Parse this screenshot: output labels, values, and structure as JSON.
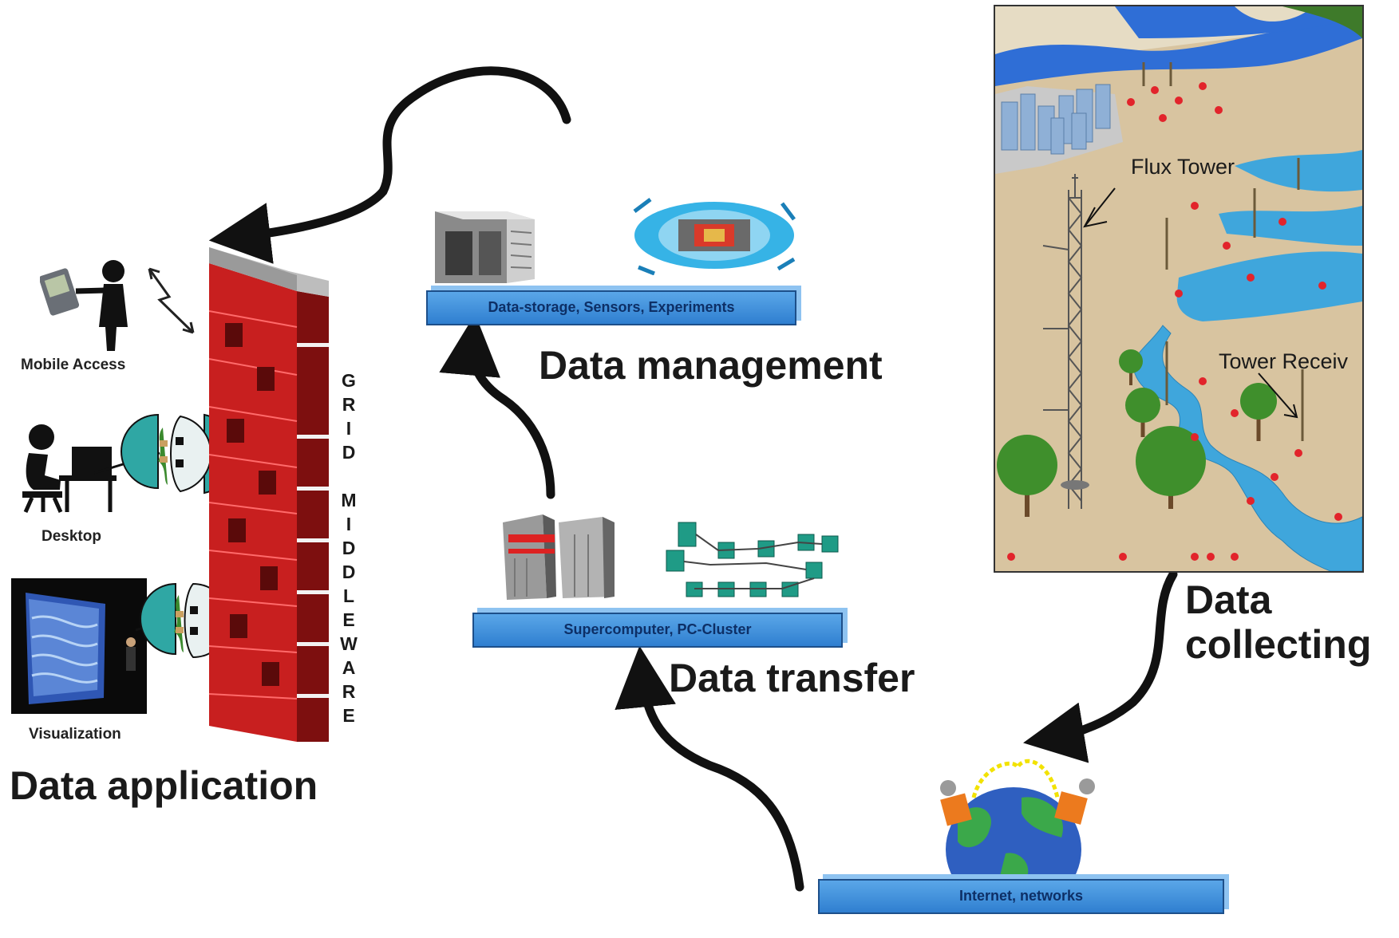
{
  "stages": {
    "application": "Data application",
    "management": "Data management",
    "transfer": "Data transfer",
    "collecting_line1": "Data",
    "collecting_line2": "collecting"
  },
  "application_panel": {
    "mobile_label": "Mobile Access",
    "desktop_label": "Desktop",
    "visualization_label": "Visualization",
    "wall_text_1": "GRID",
    "wall_text_2": "MIDDLEWARE"
  },
  "platforms": {
    "storage": "Data-storage, Sensors, Experiments",
    "compute": "Supercomputer, PC-Cluster",
    "internet": "Internet, networks"
  },
  "field_map": {
    "flux_tower_label": "Flux Tower",
    "tower_receiver_label": "Tower Receiv"
  },
  "colors": {
    "wall_red": "#cc1e1e",
    "platform_blue": "#3d8ddc",
    "river_blue": "#3fa6dc",
    "land": "#d8c4a0",
    "tree_green": "#3f8f2c",
    "marker_red": "#e2242b",
    "arrow": "#111111"
  }
}
